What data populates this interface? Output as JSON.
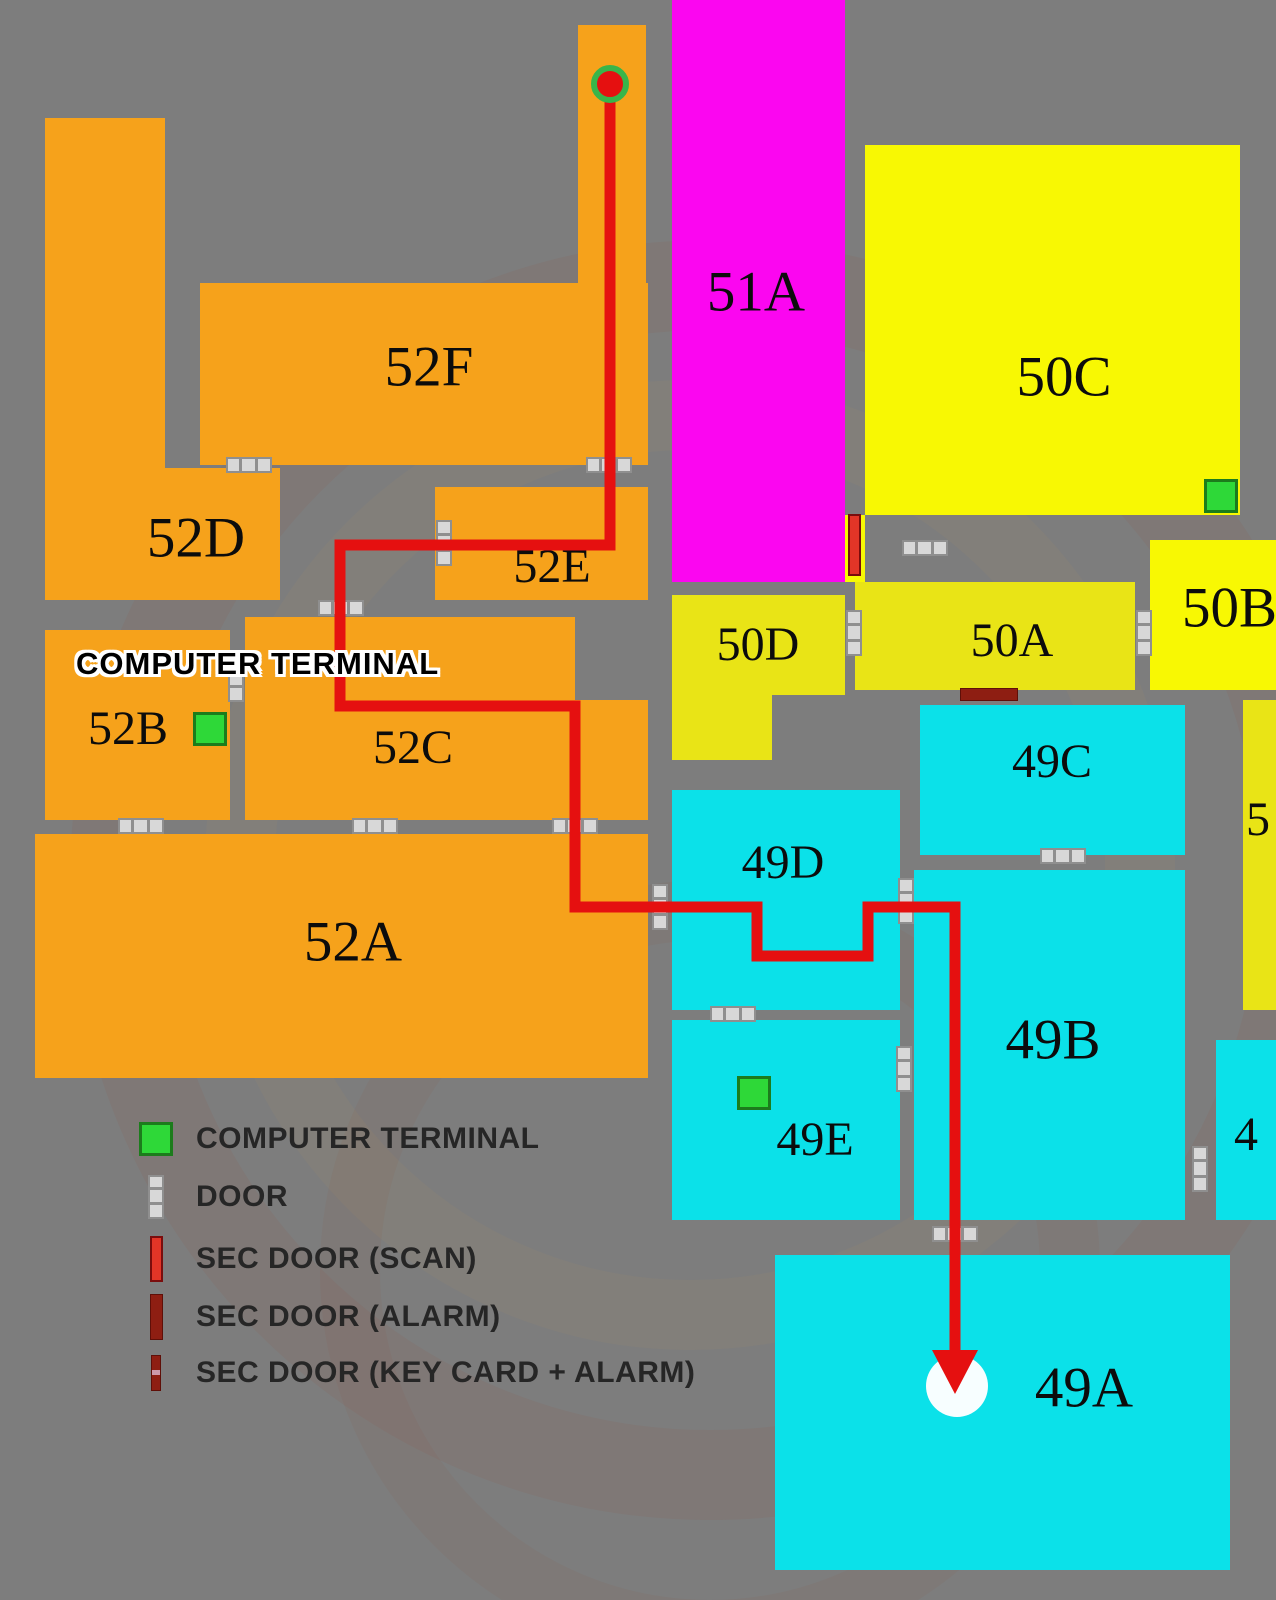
{
  "map": {
    "background": "#7d7d7d",
    "colors": {
      "bg": "#7d7d7d",
      "orange": "#f6a21b",
      "magenta": "#fb06f0",
      "yellow": "#f8f803",
      "yellow_dark": "#e9e416",
      "cyan": "#0be1e9",
      "route_red": "#e51010",
      "terminal_green": "#2ed838",
      "door_gray": "#d8d8d8",
      "sec_scan": "#e23527",
      "sec_alarm": "#8e1e12",
      "start_ring_green": "#39b54a"
    },
    "rooms": [
      {
        "id": "52F",
        "label": "52F"
      },
      {
        "id": "52D",
        "label": "52D"
      },
      {
        "id": "52E",
        "label": "52E"
      },
      {
        "id": "52B",
        "label": "52B"
      },
      {
        "id": "52C",
        "label": "52C"
      },
      {
        "id": "52A",
        "label": "52A"
      },
      {
        "id": "51A",
        "label": "51A"
      },
      {
        "id": "50C",
        "label": "50C"
      },
      {
        "id": "50D",
        "label": "50D"
      },
      {
        "id": "50A",
        "label": "50A"
      },
      {
        "id": "50B",
        "label": "50B"
      },
      {
        "id": "50-partial",
        "label": "5"
      },
      {
        "id": "49C",
        "label": "49C"
      },
      {
        "id": "49D",
        "label": "49D"
      },
      {
        "id": "49B",
        "label": "49B"
      },
      {
        "id": "49E",
        "label": "49E"
      },
      {
        "id": "49A",
        "label": "49A"
      },
      {
        "id": "49-partial",
        "label": "4"
      }
    ],
    "terminal_callout": "COMPUTER TERMINAL",
    "route": {
      "points": [
        [
          610,
          94
        ],
        [
          610,
          545
        ],
        [
          340,
          545
        ],
        [
          340,
          706
        ],
        [
          575,
          706
        ],
        [
          575,
          907
        ],
        [
          757,
          907
        ],
        [
          757,
          956
        ],
        [
          868,
          956
        ],
        [
          868,
          907
        ],
        [
          955,
          907
        ],
        [
          955,
          1352
        ]
      ],
      "start": [
        610,
        84
      ],
      "end": [
        957,
        1386
      ]
    }
  },
  "legend": {
    "items": [
      {
        "key": "computer-terminal",
        "label": "COMPUTER TERMINAL"
      },
      {
        "key": "door",
        "label": "DOOR"
      },
      {
        "key": "sec-door-scan",
        "label": "SEC DOOR (SCAN)"
      },
      {
        "key": "sec-door-alarm",
        "label": "SEC DOOR (ALARM)"
      },
      {
        "key": "sec-door-keycard",
        "label": "SEC DOOR (KEY CARD + ALARM)"
      }
    ]
  }
}
